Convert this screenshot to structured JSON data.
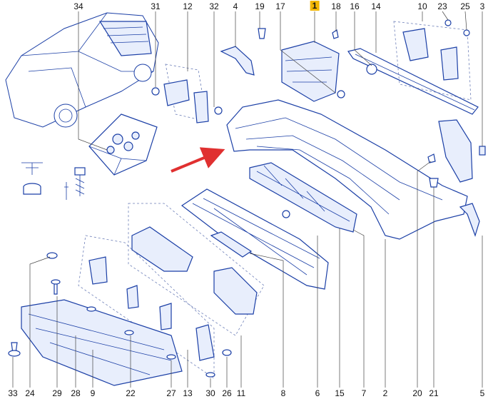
{
  "diagram": {
    "highlight_color": "#f2b705",
    "line_color": "#1b3fa6",
    "arrow_color": "#e03030",
    "top_callouts": [
      {
        "id": "34"
      },
      {
        "id": "31"
      },
      {
        "id": "12"
      },
      {
        "id": "32"
      },
      {
        "id": "4"
      },
      {
        "id": "19"
      },
      {
        "id": "17"
      },
      {
        "id": "1",
        "highlighted": true
      },
      {
        "id": "18"
      },
      {
        "id": "16"
      },
      {
        "id": "14"
      },
      {
        "id": "10"
      },
      {
        "id": "23"
      },
      {
        "id": "25"
      },
      {
        "id": "3"
      }
    ],
    "bottom_callouts": [
      {
        "id": "33"
      },
      {
        "id": "24"
      },
      {
        "id": "29"
      },
      {
        "id": "28"
      },
      {
        "id": "9"
      },
      {
        "id": "22"
      },
      {
        "id": "27"
      },
      {
        "id": "13"
      },
      {
        "id": "30"
      },
      {
        "id": "26"
      },
      {
        "id": "11"
      },
      {
        "id": "8"
      },
      {
        "id": "6"
      },
      {
        "id": "15"
      },
      {
        "id": "7"
      },
      {
        "id": "2"
      },
      {
        "id": "20"
      },
      {
        "id": "21"
      },
      {
        "id": "5"
      }
    ]
  }
}
